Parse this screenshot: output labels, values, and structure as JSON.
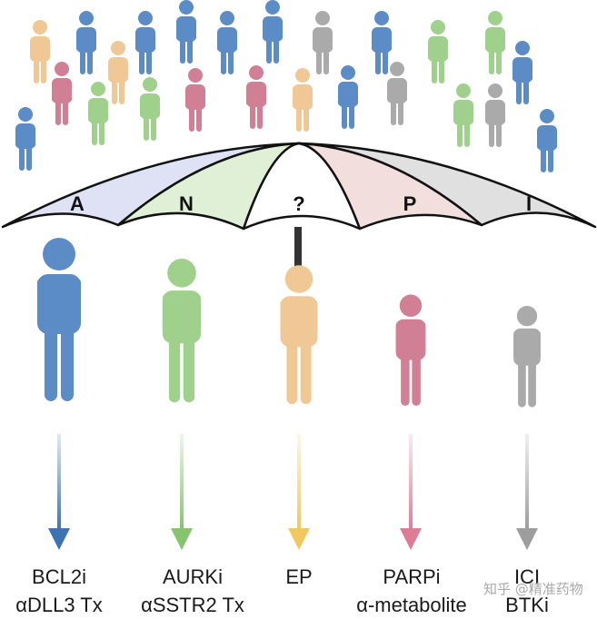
{
  "colors": {
    "blue": "#5b8cc6",
    "green": "#9fd18c",
    "orange": "#f0c895",
    "pink": "#d07f94",
    "gray": "#aaaaaa",
    "arrow_blue": "#3d73b3",
    "arrow_green": "#86c46e",
    "arrow_yellow": "#f1c75e",
    "arrow_pink": "#df7c95",
    "arrow_gray": "#9d9d9d",
    "panel_a": "#dfe2f5",
    "panel_n": "#e0f0d6",
    "panel_q": "#ffffff",
    "panel_p": "#f3dede",
    "panel_i": "#e0e0e0"
  },
  "crowd_colors": [
    "orange",
    "blue",
    "blue",
    "blue",
    "pink",
    "green",
    "orange",
    "blue",
    "blue",
    "green",
    "pink",
    "blue",
    "gray",
    "blue",
    "green",
    "pink",
    "orange",
    "blue",
    "gray",
    "green",
    "blue",
    "green",
    "gray",
    "blue",
    "blue"
  ],
  "umbrella": {
    "panels": [
      {
        "letter": "A",
        "color": "panel_a"
      },
      {
        "letter": "N",
        "color": "panel_n"
      },
      {
        "letter": "?",
        "color": "panel_q"
      },
      {
        "letter": "P",
        "color": "panel_p"
      },
      {
        "letter": "I",
        "color": "panel_i"
      }
    ]
  },
  "subtypes": [
    {
      "color": "blue",
      "arrow": "arrow_blue",
      "lines": [
        "BCL2i",
        "αDLL3 Tx"
      ]
    },
    {
      "color": "green",
      "arrow": "arrow_green",
      "lines": [
        "AURKi",
        "αSSTR2 Tx"
      ]
    },
    {
      "color": "orange",
      "arrow": "arrow_yellow",
      "lines": [
        "EP",
        ""
      ]
    },
    {
      "color": "pink",
      "arrow": "arrow_pink",
      "lines": [
        "PARPi",
        "α-metabolite"
      ]
    },
    {
      "color": "gray",
      "arrow": "arrow_gray",
      "lines": [
        "ICI",
        "BTKi"
      ]
    }
  ],
  "watermark": "知乎 @精准药物"
}
